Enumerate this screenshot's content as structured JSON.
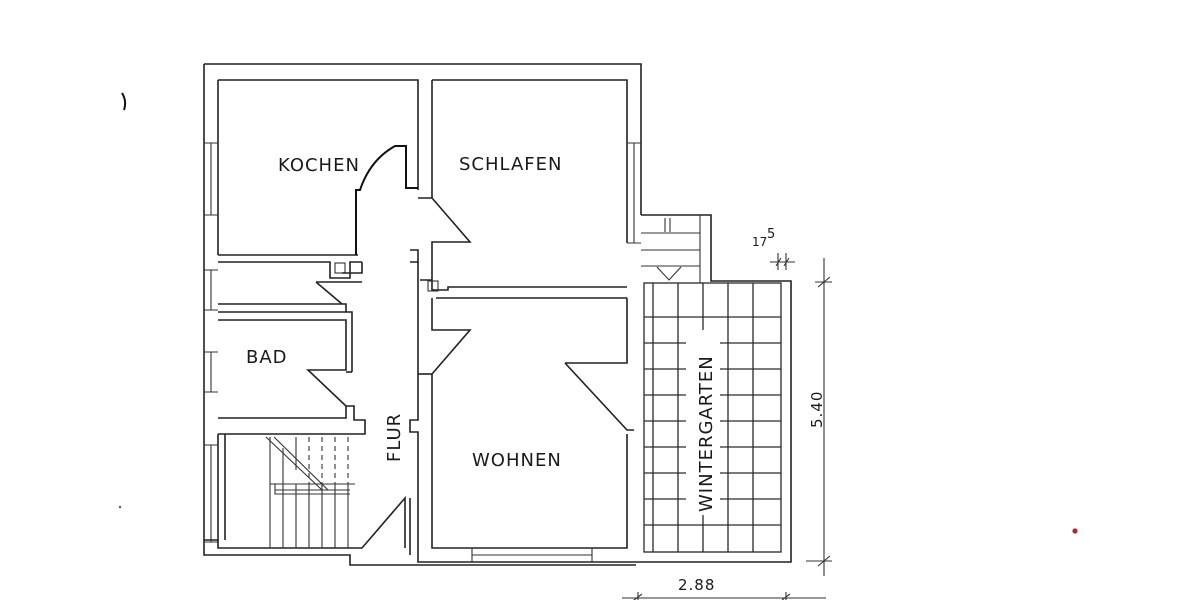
{
  "plan": {
    "rooms": {
      "kochen": "KOCHEN",
      "schlafen": "SCHLAFEN",
      "bad": "BAD",
      "flur": "FLUR",
      "wohnen": "WOHNEN",
      "wintergarten": "WINTERGARTEN"
    },
    "dimensions": {
      "height": "5.40",
      "width": "2.88",
      "annotation_base": "17",
      "annotation_sup": "5"
    },
    "colors": {
      "line": "#222222",
      "marker_dot": "#b22232",
      "background": "#ffffff"
    }
  }
}
